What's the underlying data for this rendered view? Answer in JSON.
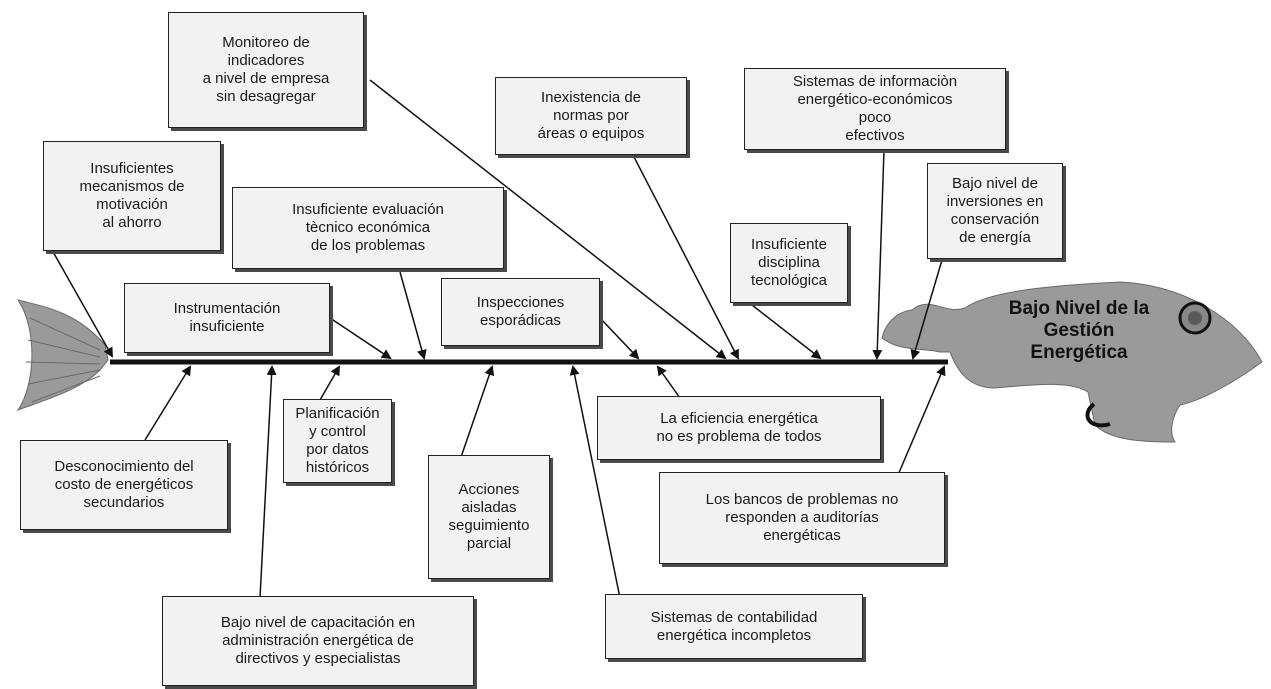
{
  "effect": "Bajo Nivel de la\nGestión\nEnergética",
  "causes_top": [
    "Monitoreo de\nindicadores\na nivel de empresa\nsin desagregar",
    "Inexistencia   de\nnormas por\náreas o equipos",
    "Sistemas de informaciòn\nenergético-económicos\npoco\nefectivos",
    "Insuficientes\nmecanismos de\nmotivación\nal ahorro",
    "Insuficiente evaluación\ntècnico económica\nde los problemas",
    "Bajo nivel de\ninversiones en\nconservación\nde energía",
    "Insuficiente\ndisciplina\ntecnológica",
    "Instrumentación\ninsuficiente",
    "Inspecciones\nesporádicas"
  ],
  "causes_bottom": [
    "La eficiencia energética\nno es problema de todos",
    "Planificación\ny control\npor datos\nhistóricos",
    "Desconocimiento del\ncosto de  energéticos\nsecundarios",
    "Acciones\naisladas\nseguimiento\nparcial",
    "Los bancos de problemas no\nresponden a auditorías\nenergéticas",
    "Bajo nivel de capacitación en\nadministración energética de\ndirectivos y especialistas",
    "Sistemas de contabilidad\nenergética incompletos"
  ],
  "colors": {
    "line": "#111111",
    "fish": "#9a9a9a",
    "box": "#f2f2f2"
  }
}
